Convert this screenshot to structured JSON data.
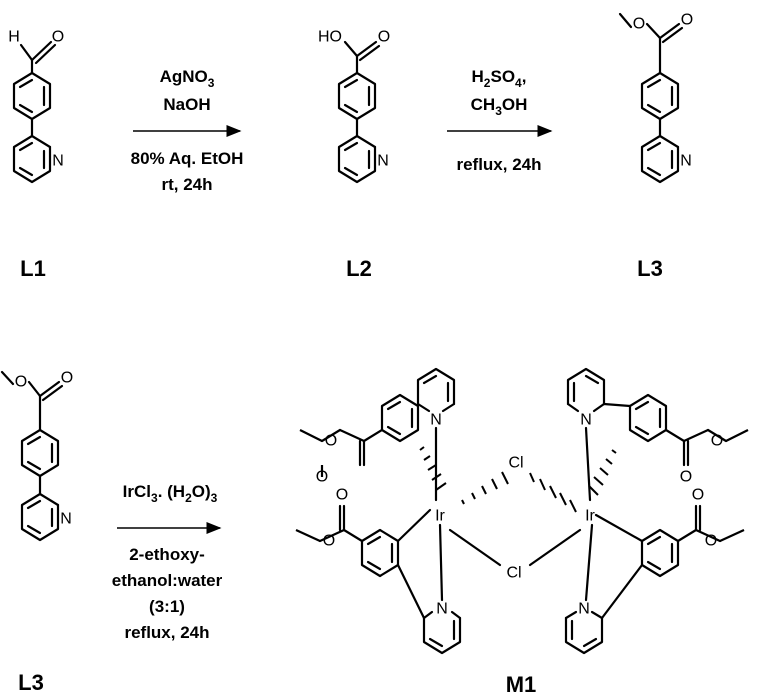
{
  "compounds": {
    "l1": "L1",
    "l2": "L2",
    "l3_top": "L3",
    "l3_bottom": "L3",
    "m1": "M1"
  },
  "atoms": {
    "h": "H",
    "o": "O",
    "ho": "HO",
    "n": "N",
    "cl": "Cl",
    "ir": "Ir"
  },
  "reaction1": {
    "line1": "AgNO",
    "line1_sub": "3",
    "line2": "NaOH",
    "line3": "80% Aq. EtOH",
    "line4": "rt, 24h"
  },
  "reaction2": {
    "line1_a": "H",
    "line1_sub1": "2",
    "line1_b": "SO",
    "line1_sub2": "4",
    "line1_c": ",",
    "line2": "CH",
    "line2_sub": "3",
    "line2_b": "OH",
    "line3": "reflux, 24h"
  },
  "reaction3": {
    "line1_a": "IrCl",
    "line1_sub1": "3",
    "line1_b": ". (H",
    "line1_sub2": "2",
    "line1_c": "O)",
    "line1_sub3": "3",
    "line2": "2-ethoxy-",
    "line3": "ethanol:water",
    "line4": "(3:1)",
    "line5": "reflux, 24h"
  }
}
